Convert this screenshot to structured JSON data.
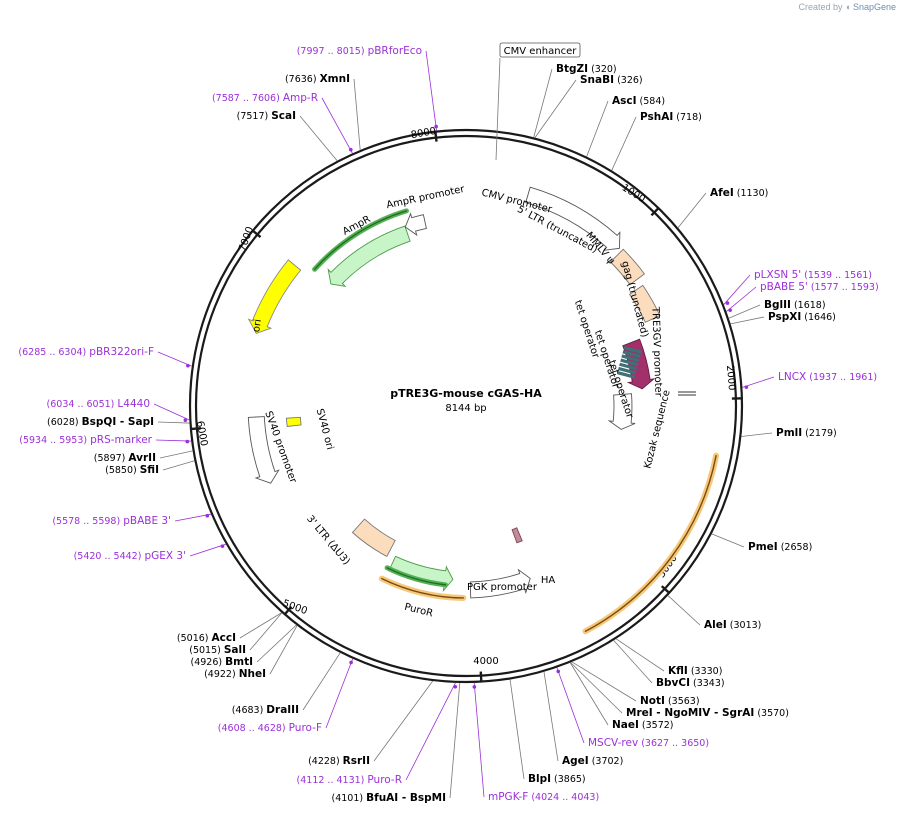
{
  "credit": {
    "prefix": "Created by",
    "brand": "SnapGene"
  },
  "map": {
    "name": "pTRE3G-mouse cGAS-HA",
    "size_label": "8144 bp",
    "total_bp": 8144
  },
  "ruler": [
    {
      "bp": 1000,
      "label": "1000"
    },
    {
      "bp": 2000,
      "label": "2000"
    },
    {
      "bp": 3000,
      "label": "3000"
    },
    {
      "bp": 4000,
      "label": "4000"
    },
    {
      "bp": 5000,
      "label": "5000"
    },
    {
      "bp": 6000,
      "label": "6000"
    },
    {
      "bp": 7000,
      "label": "7000"
    },
    {
      "bp": 8000,
      "label": "8000"
    }
  ],
  "enzymes": [
    {
      "name": "BtgZI",
      "pos": "(320)"
    },
    {
      "name": "SnaBI",
      "pos": "(326)"
    },
    {
      "name": "AscI",
      "pos": "(584)"
    },
    {
      "name": "PshAI",
      "pos": "(718)"
    },
    {
      "name": "AfeI",
      "pos": "(1130)"
    },
    {
      "name": "BglII",
      "pos": "(1618)"
    },
    {
      "name": "PspXI",
      "pos": "(1646)"
    },
    {
      "name": "PmlI",
      "pos": "(2179)"
    },
    {
      "name": "PmeI",
      "pos": "(2658)"
    },
    {
      "name": "AleI",
      "pos": "(3013)"
    },
    {
      "name": "KflI",
      "pos": "(3330)"
    },
    {
      "name": "BbvCI",
      "pos": "(3343)"
    },
    {
      "name": "NotI",
      "pos": "(3563)"
    },
    {
      "name": "MreI - NgoMIV - SgrAI",
      "pos": "(3570)"
    },
    {
      "name": "NaeI",
      "pos": "(3572)"
    },
    {
      "name": "AgeI",
      "pos": "(3702)"
    },
    {
      "name": "BlpI",
      "pos": "(3865)"
    },
    {
      "name": "BfuAI - BspMI",
      "pos": "(4101)"
    },
    {
      "name": "RsrII",
      "pos": "(4228)"
    },
    {
      "name": "DraIII",
      "pos": "(4683)"
    },
    {
      "name": "NheI",
      "pos": "(4922)"
    },
    {
      "name": "BmtI",
      "pos": "(4926)"
    },
    {
      "name": "SalI",
      "pos": "(5015)"
    },
    {
      "name": "AccI",
      "pos": "(5016)"
    },
    {
      "name": "SfiI",
      "pos": "(5850)"
    },
    {
      "name": "AvrII",
      "pos": "(5897)"
    },
    {
      "name": "BspQI - SapI",
      "pos": "(6028)"
    },
    {
      "name": "ScaI",
      "pos": "(7517)"
    },
    {
      "name": "XmnI",
      "pos": "(7636)"
    }
  ],
  "primers": [
    {
      "name": "pBRforEco",
      "range": "(7997 .. 8015)"
    },
    {
      "name": "Amp-R",
      "range": "(7587 .. 7606)"
    },
    {
      "name": "pLXSN 5'",
      "range": "(1539 .. 1561)"
    },
    {
      "name": "pBABE 5'",
      "range": "(1577 .. 1593)"
    },
    {
      "name": "LNCX",
      "range": "(1937 .. 1961)"
    },
    {
      "name": "MSCV-rev",
      "range": "(3627 .. 3650)"
    },
    {
      "name": "mPGK-F",
      "range": "(4024 .. 4043)"
    },
    {
      "name": "Puro-R",
      "range": "(4112 .. 4131)"
    },
    {
      "name": "Puro-F",
      "range": "(4608 .. 4628)"
    },
    {
      "name": "pGEX 3'",
      "range": "(5420 .. 5442)"
    },
    {
      "name": "pBABE 3'",
      "range": "(5578 .. 5598)"
    },
    {
      "name": "pRS-marker",
      "range": "(5934 .. 5953)"
    },
    {
      "name": "L4440",
      "range": "(6034 .. 6051)"
    },
    {
      "name": "pBR322ori-F",
      "range": "(6285 .. 6304)"
    }
  ],
  "features": [
    {
      "name": "CMV enhancer"
    },
    {
      "name": "CMV promoter"
    },
    {
      "name": "5' LTR (truncated)"
    },
    {
      "name": "MMLV ψ"
    },
    {
      "name": "gag (truncated)"
    },
    {
      "name": "TRE3GV promoter"
    },
    {
      "name": "tet operator"
    },
    {
      "name": "tet operator"
    },
    {
      "name": "tet operator"
    },
    {
      "name": "Kozak sequence"
    },
    {
      "name": "HA"
    },
    {
      "name": "PGK promoter"
    },
    {
      "name": "PuroR"
    },
    {
      "name": "3' LTR (ΔU3)"
    },
    {
      "name": "SV40 promoter"
    },
    {
      "name": "SV40 ori"
    },
    {
      "name": "ori"
    },
    {
      "name": "AmpR"
    },
    {
      "name": "AmpR promoter"
    }
  ],
  "colors": {
    "backbone": "#1a1a1a",
    "enzyme_text": "#000000",
    "primer": "#9b30d9",
    "promoter_fill": "#ffffff",
    "ltr_fill": "#fbdcbc",
    "gag_fill": "#a2306a",
    "ori_fill": "#ffff00",
    "ampr_fill": "#c8f5c8",
    "puror_fill": "#c8f5c8",
    "orf_highlight": "#f5c87a",
    "tetop_fill": "#3f6f77",
    "ha_fill": "#c48a98"
  }
}
